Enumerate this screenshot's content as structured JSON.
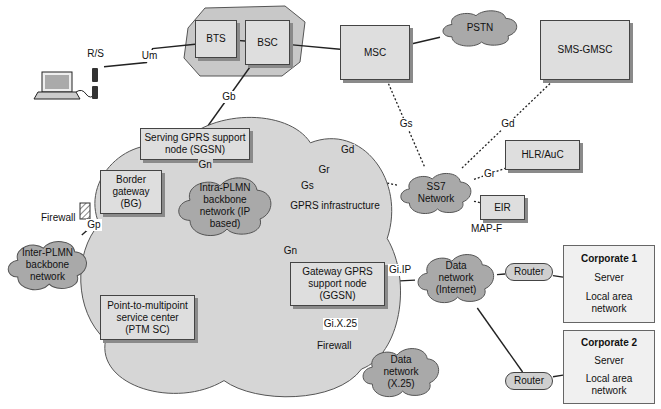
{
  "diagram": {
    "nodes": [
      {
        "text": [
          "R/S"
        ]
      },
      {
        "text": [
          "BTS"
        ]
      },
      {
        "text": [
          "BSC"
        ]
      },
      {
        "text": [
          "MSC"
        ]
      },
      {
        "text": [
          "PSTN"
        ]
      },
      {
        "text": [
          "SMS-GMSC"
        ]
      },
      {
        "text": [
          "GPRS infrastructure"
        ]
      },
      {
        "text": [
          "Serving GPRS support node (SGSN)"
        ],
        "in": 6
      },
      {
        "text": [
          "Intra-PLMN backbone network (IP based)"
        ],
        "in": 6
      },
      {
        "text": [
          "Border gateway (BG)"
        ],
        "in": 6
      },
      {
        "text": [
          "Point-to-multipoint service center (PTM SC)"
        ],
        "in": 6
      },
      {
        "text": [
          "Gateway GPRS support node (GGSN)"
        ],
        "in": 6
      },
      {
        "text": [
          "Inter-PLMN backbone network"
        ]
      },
      {
        "text": [
          "SS7 Network"
        ]
      },
      {
        "text": [
          "HLR/AuC"
        ]
      },
      {
        "text": [
          "EIR"
        ]
      },
      {
        "text": [
          "Data network (Internet)"
        ]
      },
      {
        "text": [
          "Data network (X.25)"
        ]
      },
      {
        "text": [
          "Router"
        ]
      },
      {
        "text": [
          "Router"
        ]
      },
      {
        "text": [
          "Corporate 1",
          "Server",
          "Local area network"
        ]
      },
      {
        "text": [
          "Corporate 2",
          "Server",
          "Local area network"
        ]
      }
    ],
    "edges": [
      {
        "from": 0,
        "to": 1,
        "label": "Um",
        "arrow": "none"
      },
      {
        "from": 1,
        "to": 2,
        "arrow": "none"
      },
      {
        "from": 2,
        "to": 3,
        "arrow": "none"
      },
      {
        "from": 3,
        "to": 4,
        "arrow": "none"
      },
      {
        "from": 2,
        "to": 7,
        "label": "Gb",
        "arrow": "none"
      },
      {
        "from": 7,
        "to": 8,
        "label": "Gn",
        "arrow": "none"
      },
      {
        "from": 8,
        "to": 9,
        "arrow": "none"
      },
      {
        "from": 9,
        "to": 12,
        "label": "Gp",
        "arrow": "none"
      },
      {
        "from": 8,
        "to": 10,
        "arrow": "none"
      },
      {
        "from": 8,
        "to": 11,
        "label": "Gn",
        "arrow": "none"
      },
      {
        "from": 7,
        "to": 13,
        "label": "Gr",
        "arrow": "none"
      },
      {
        "from": 3,
        "to": 13,
        "label": "Gs",
        "arrow": "none"
      },
      {
        "from": 13,
        "to": 14,
        "label": "Gr",
        "arrow": "none"
      },
      {
        "from": 13,
        "to": 5,
        "label": "Gd",
        "arrow": "none"
      },
      {
        "from": 13,
        "to": 15,
        "arrow": "none"
      },
      {
        "from": 11,
        "to": 16,
        "label": "Gi.IP",
        "arrow": "none"
      },
      {
        "from": 11,
        "to": 17,
        "label": "Gi.X.25",
        "arrow": "none"
      },
      {
        "from": 16,
        "to": 18,
        "arrow": "none"
      },
      {
        "from": 16,
        "to": 19,
        "arrow": "none"
      },
      {
        "from": 18,
        "to": 20,
        "arrow": "none"
      },
      {
        "from": 19,
        "to": 21,
        "arrow": "none"
      }
    ],
    "labels": [
      "Gd",
      "Gs",
      "Firewall",
      "Firewall",
      "MAP-F"
    ]
  }
}
